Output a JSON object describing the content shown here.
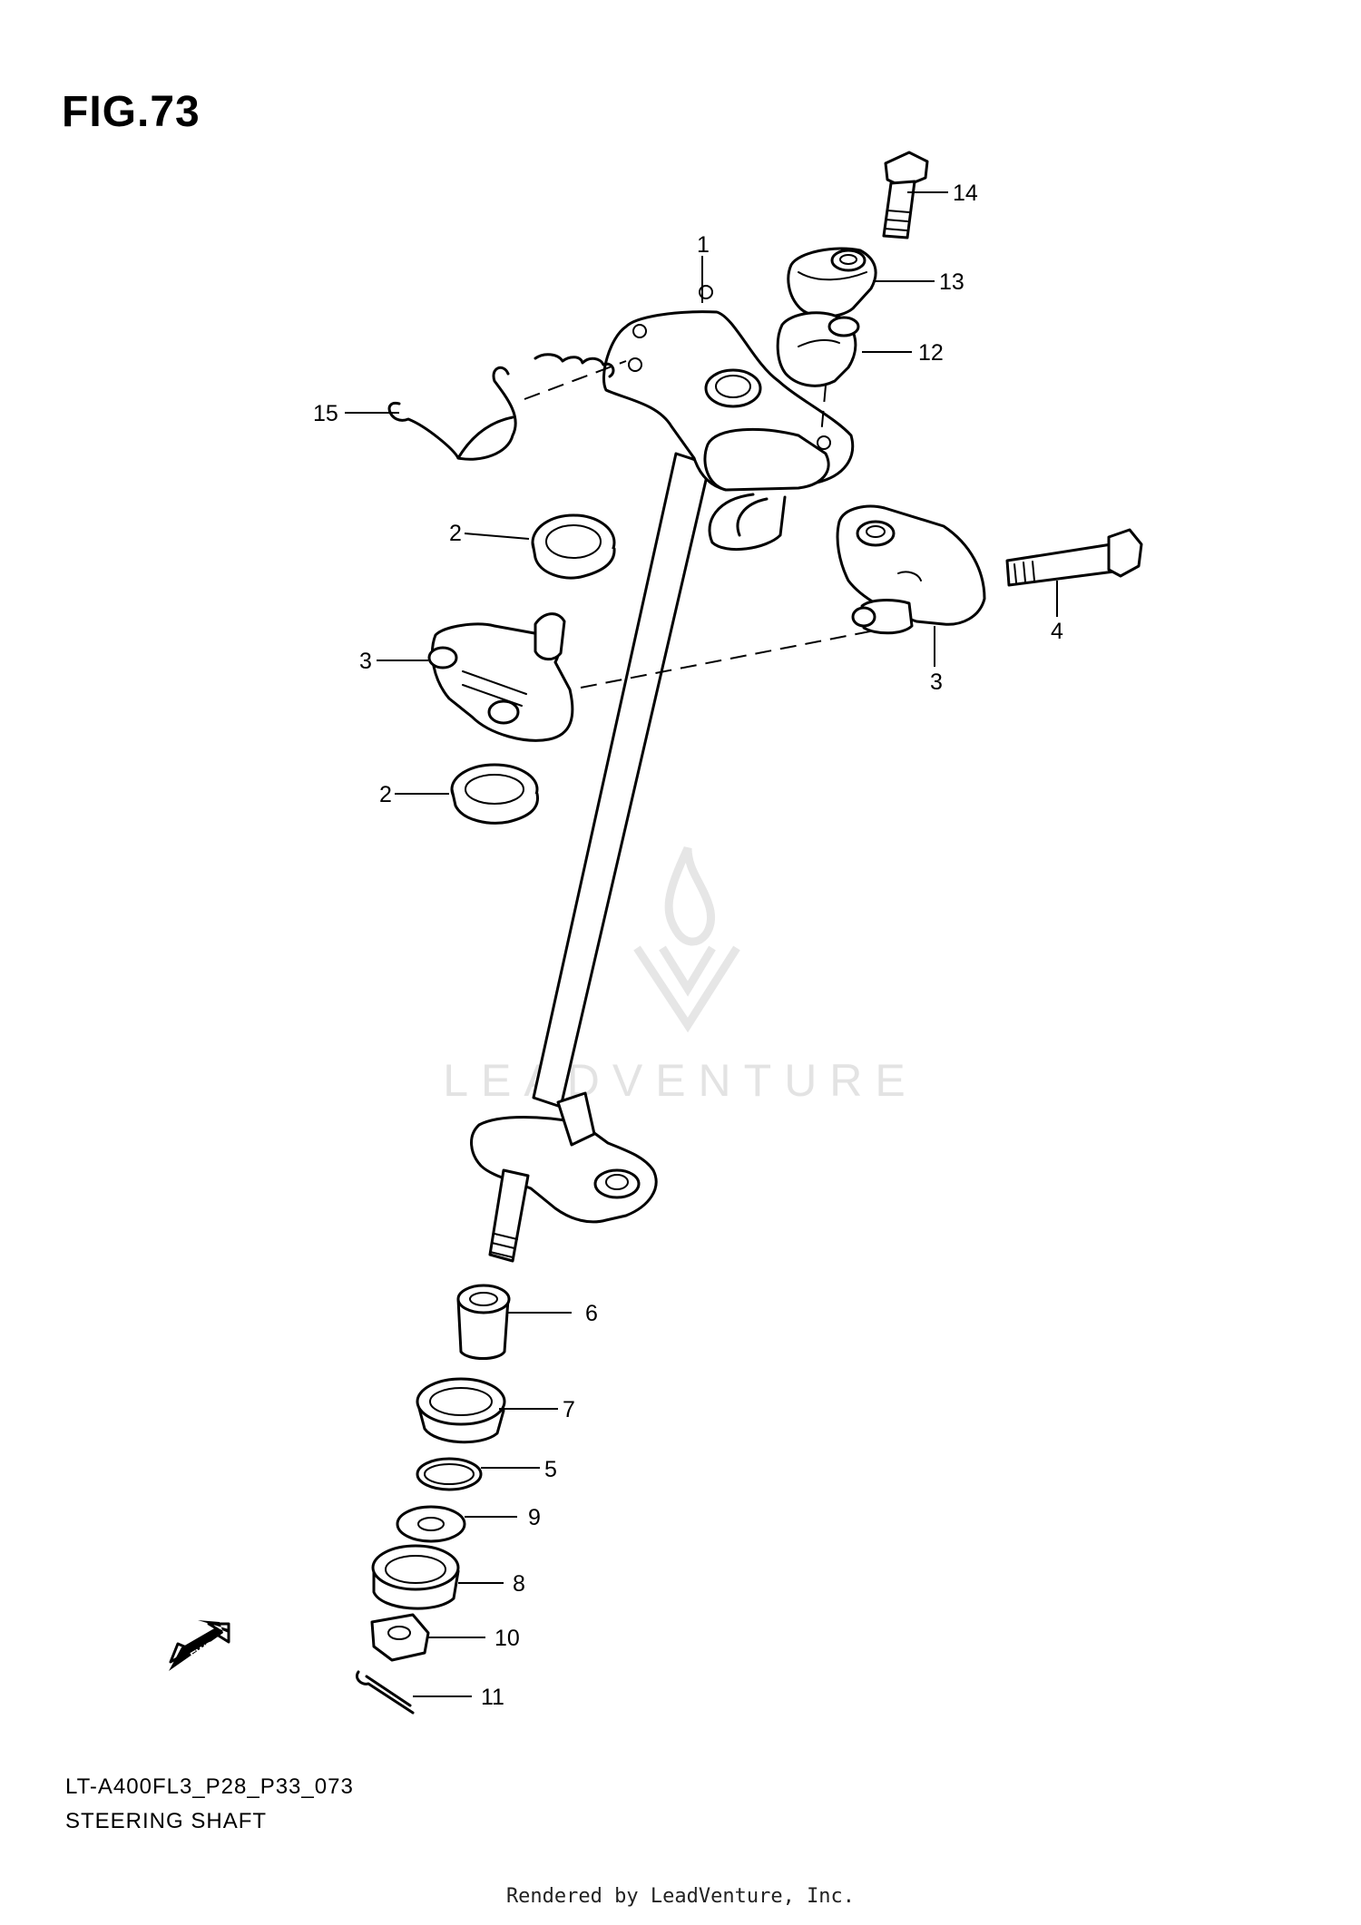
{
  "figure": {
    "title": "FIG.73",
    "model_code": "LT-A400FL3_P28_P33_073",
    "name": "STEERING SHAFT"
  },
  "watermark": {
    "text": "LEADVENTURE",
    "credit": "Rendered by LeadVenture, Inc."
  },
  "direction_marker": {
    "label": "FWD"
  },
  "callouts": [
    {
      "id": "c1",
      "label": "1"
    },
    {
      "id": "c2a",
      "label": "2"
    },
    {
      "id": "c2b",
      "label": "2"
    },
    {
      "id": "c3a",
      "label": "3"
    },
    {
      "id": "c3b",
      "label": "3"
    },
    {
      "id": "c4",
      "label": "4"
    },
    {
      "id": "c5",
      "label": "5"
    },
    {
      "id": "c6",
      "label": "6"
    },
    {
      "id": "c7",
      "label": "7"
    },
    {
      "id": "c8",
      "label": "8"
    },
    {
      "id": "c9",
      "label": "9"
    },
    {
      "id": "c10",
      "label": "10"
    },
    {
      "id": "c11",
      "label": "11"
    },
    {
      "id": "c12",
      "label": "12"
    },
    {
      "id": "c13",
      "label": "13"
    },
    {
      "id": "c14",
      "label": "14"
    },
    {
      "id": "c15",
      "label": "15"
    }
  ]
}
